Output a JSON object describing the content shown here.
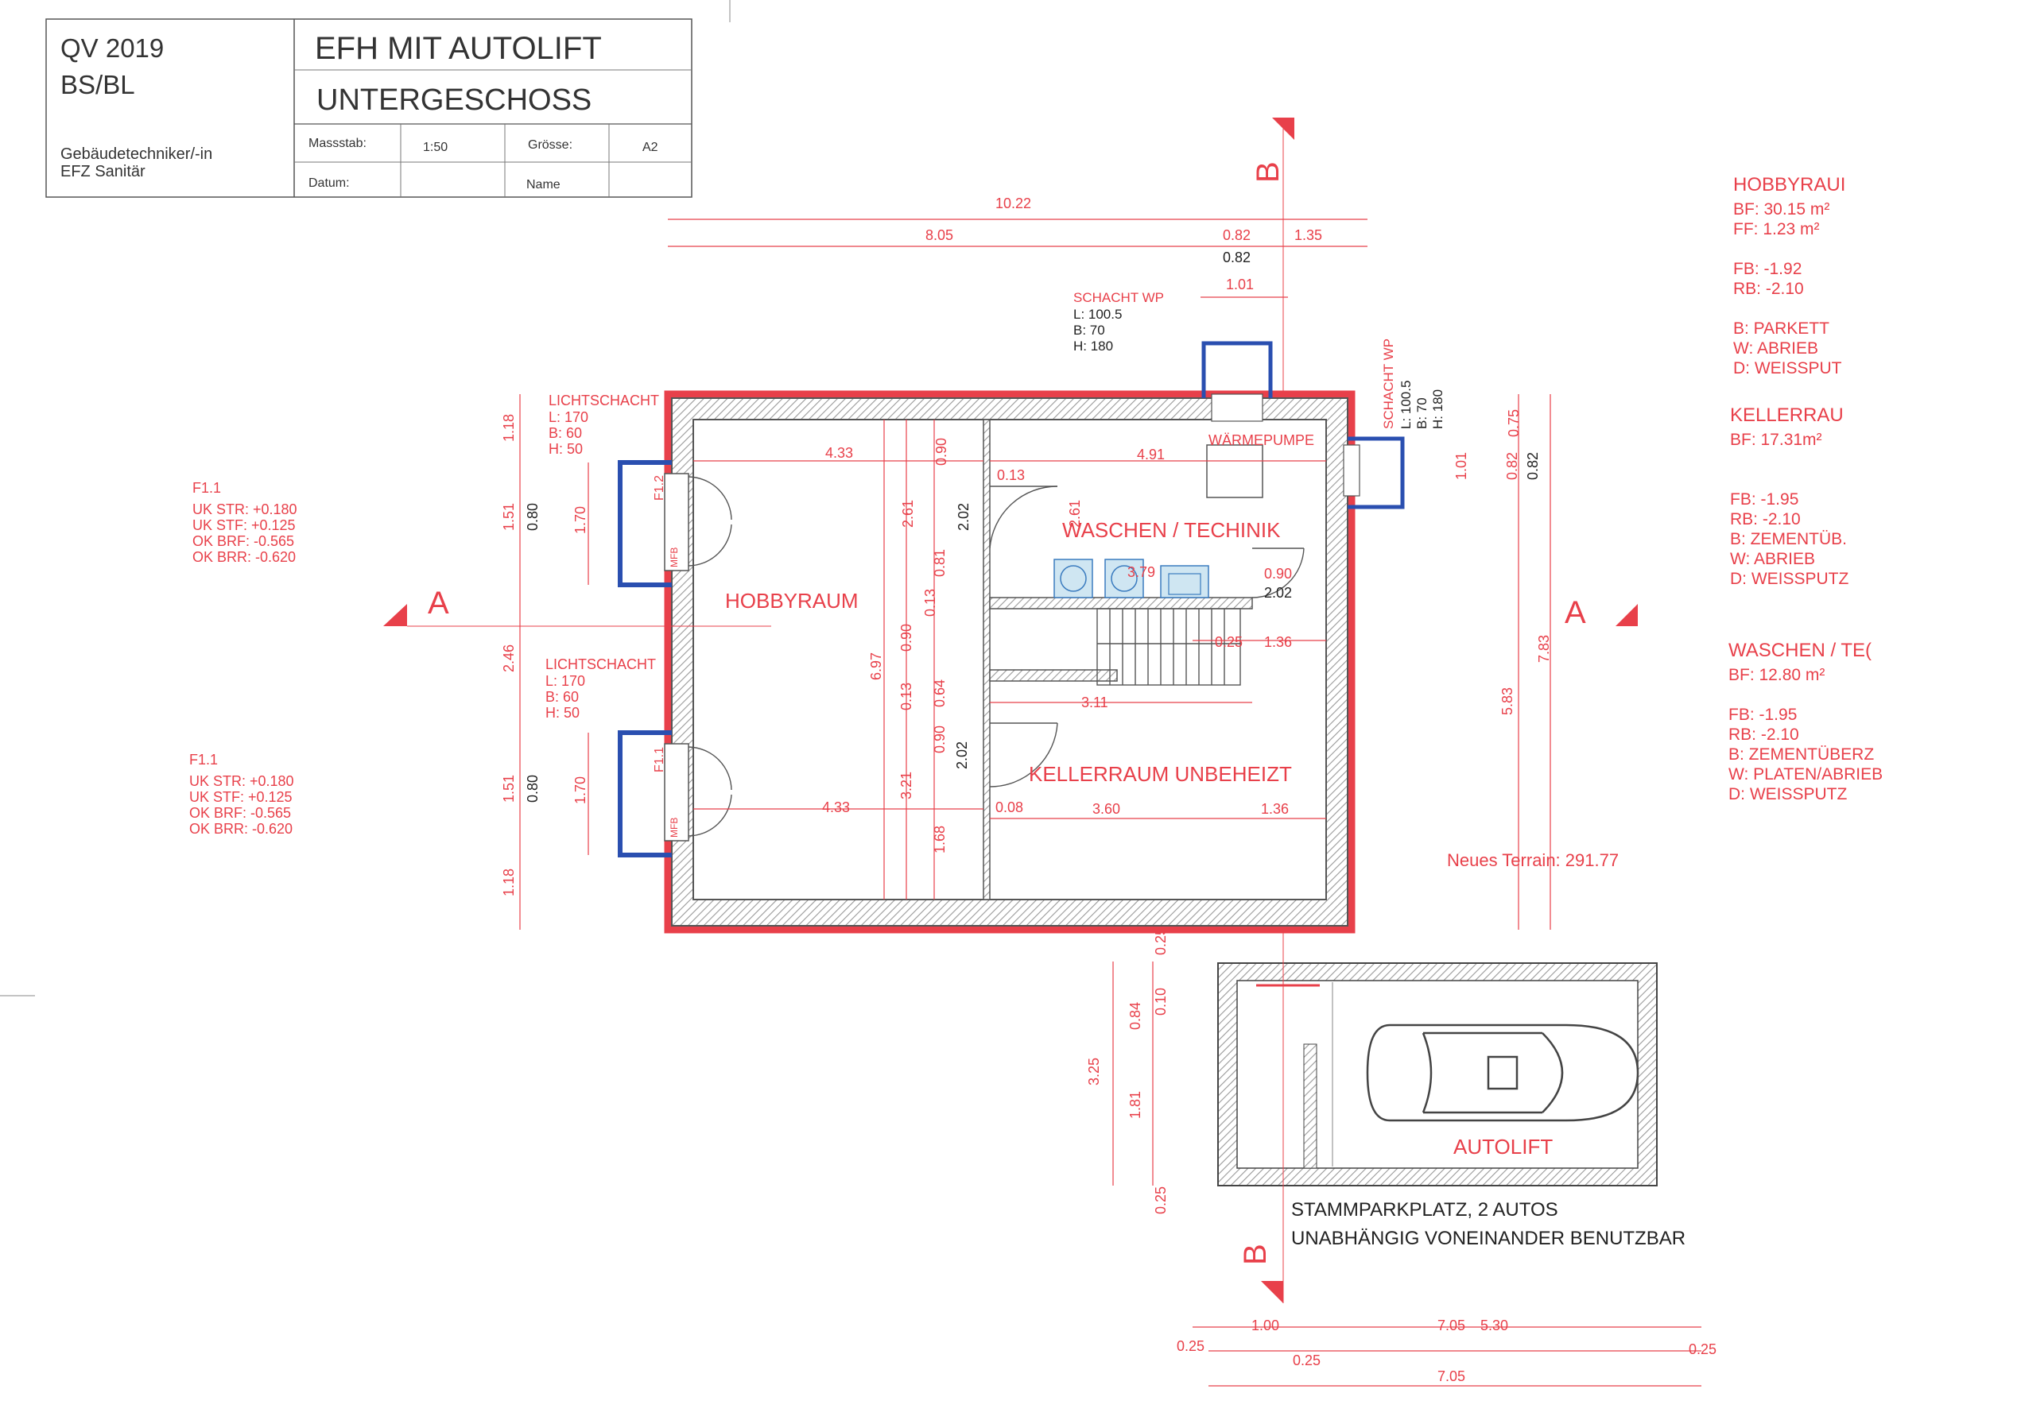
{
  "title_block": {
    "project": "QV 2019",
    "region": "BS/BL",
    "trade_line1": "Gebäudetechniker/-in",
    "trade_line2": "EFZ Sanitär",
    "title": "EFH MIT AUTOLIFT",
    "subtitle": "UNTERGESCHOSS",
    "scale_label": "Massstab:",
    "scale_value": "1:50",
    "size_label": "Grösse:",
    "size_value": "A2",
    "date_label": "Datum:",
    "name_label": "Name"
  },
  "sections": {
    "a": "A",
    "b": "B"
  },
  "rooms": {
    "hobby": "HOBBYRAUM",
    "waschen": "WASCHEN / TECHINIK",
    "keller": "KELLERRAUM UNBEHEIZT",
    "waermepumpe": "WÄRMEPUMPE",
    "autolift": "AUTOLIFT"
  },
  "schacht_wp_top": {
    "title": "SCHACHT WP",
    "l": "L:  100.5",
    "b": "B:       70",
    "h": "H:     180"
  },
  "schacht_wp_side": {
    "title": "SCHACHT WP",
    "l": "L: 100.5",
    "b": "B:      70",
    "h": "H:    180"
  },
  "lichtschacht": {
    "title": "LICHTSCHACHT",
    "l": "L:   170",
    "b": "B:     60",
    "h": "H:     50"
  },
  "window_info": {
    "name": "F1.1",
    "uk_str": "UK STR: +0.180",
    "uk_stf": "UK STF:  +0.125",
    "ok_brf": "OK BRF: -0.565",
    "ok_brr": "OK BRR: -0.620"
  },
  "window_tags": {
    "f12": "F1.2",
    "f11": "F1.1",
    "mfb": "MFB"
  },
  "notes": {
    "terrain": "Neues Terrain: 291.77",
    "parking1": "STAMMPARKPLATZ, 2 AUTOS",
    "parking2": "UNABHÄNGIG VONEINANDER BENUTZBAR"
  },
  "room_legend": [
    {
      "name": "HOBBYRAUI",
      "lines": [
        "BF: 30.15 m²",
        "FF: 1.23 m²",
        "",
        "FB: -1.92",
        "RB: -2.10",
        "",
        "B:  PARKETT",
        "W:  ABRIEB",
        "D:  WEISSPUT"
      ]
    },
    {
      "name": "KELLERRAU",
      "lines": [
        "BF: 17.31m²",
        "",
        "",
        "FB: -1.95",
        "RB: -2.10",
        "B:  ZEMENTÜB.",
        "W:  ABRIEB",
        "D:  WEISSPUTZ"
      ]
    },
    {
      "name": "WASCHEN / TE(",
      "lines": [
        "BF: 12.80 m²",
        "",
        "FB: -1.95",
        "RB: -2.10",
        "B:  ZEMENTÜBERZ",
        "W:  PLATEN/ABRIEB",
        "D:  WEISSPUTZ"
      ]
    }
  ],
  "dims": {
    "top_total": "10.22",
    "top_a": "8.05",
    "top_b": "0.82",
    "top_c": "1.35",
    "top_d": "0.82",
    "top_e": "1.01",
    "left_1": "1.18",
    "left_2": "1.51",
    "left_3": "2.46",
    "left_4": "1.51",
    "left_5": "1.18",
    "win_h1": "0.80",
    "win_h2": "0.80",
    "sill1": "1.70",
    "sill2": "1.70",
    "hobby_w1": "4.33",
    "hobby_w2": "4.33",
    "hobby_len": "6.97",
    "wt_w": "4.91",
    "wt_h": "2.61",
    "wt_h2": "2.61",
    "door_090a": "0.90",
    "door_202a": "2.02",
    "door_013a": "0.13",
    "d081": "0.81",
    "d013b": "0.13",
    "d090b": "0.90",
    "d013c": "0.13",
    "d064": "0.64",
    "d090c": "0.90",
    "d202b": "2.02",
    "d321": "3.21",
    "d168": "1.68",
    "d379": "3.79",
    "d090d": "0.90",
    "d202c": "2.02",
    "d025a": "0.25",
    "d136a": "1.36",
    "d311": "3.11",
    "d008": "0.08",
    "d360": "3.60",
    "d136b": "1.36",
    "right_075": "0.75",
    "right_101": "1.01",
    "right_082a": "0.82",
    "right_082b": "0.82",
    "right_583": "5.83",
    "right_783": "7.83",
    "gar_025a": "0.25",
    "gar_010": "0.10",
    "gar_084": "0.84",
    "gar_325": "3.25",
    "gar_181": "1.81",
    "gar_025b": "0.25",
    "bot_025a": "0.25",
    "bot_100": "1.00",
    "bot_705a": "7.05",
    "bot_530": "5.30",
    "bot_025b": "0.25",
    "bot_025c": "0.25",
    "bot_705b": "7.05"
  }
}
